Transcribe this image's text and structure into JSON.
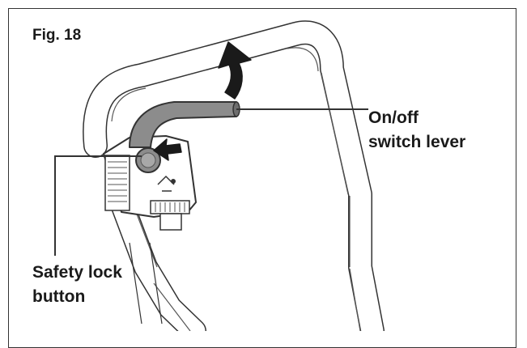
{
  "figure": {
    "title": "Fig. 18",
    "labels": {
      "switch_lever": {
        "line1": "On/off",
        "line2": "switch lever"
      },
      "safety_lock": {
        "line1": "Safety lock",
        "line2": "button"
      }
    },
    "colors": {
      "frame": "#333333",
      "handle_fill": "#ffffff",
      "handle_stroke": "#333333",
      "lever_fill": "#8c8c8c",
      "arrow": "#1a1a1a",
      "text": "#1a1a1a"
    },
    "icons": [
      "curved-up-arrow-icon",
      "push-arrow-icon"
    ]
  }
}
